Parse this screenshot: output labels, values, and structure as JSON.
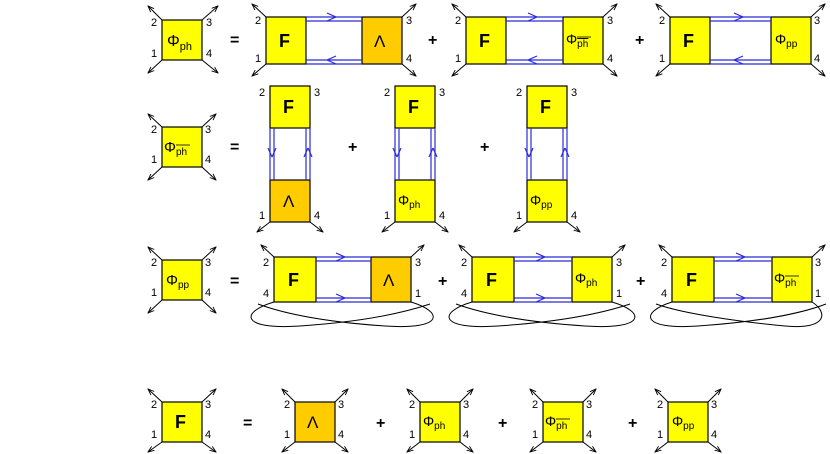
{
  "symbols": {
    "F": "F",
    "Lambda": "Λ",
    "Phi": "Φ",
    "sub_ph": "ph",
    "sub_phbar": "ph",
    "sub_pp": "pp",
    "equals": "=",
    "plus": "+"
  },
  "legs": {
    "one": "1",
    "two": "2",
    "three": "3",
    "four": "4"
  },
  "colors": {
    "box_yellow": "#ffff00",
    "box_orange": "#ffcc00",
    "propagator_blue": "#2a2ad8",
    "line_black": "#000000"
  },
  "equations": [
    {
      "lhs": "Phi_ph",
      "terms": [
        "F Lambda (horizontal bubble)",
        "F Phi_phbar (horizontal bubble)",
        "F Phi_pp (horizontal bubble)"
      ]
    },
    {
      "lhs": "Phi_phbar",
      "terms": [
        "F over Lambda (vertical bubble)",
        "F over Phi_ph (vertical bubble)",
        "F over Phi_pp (vertical bubble)"
      ]
    },
    {
      "lhs": "Phi_pp",
      "terms": [
        "F Lambda (crossed legs)",
        "F Phi_ph (crossed legs)",
        "F Phi_phbar (crossed legs)"
      ]
    },
    {
      "lhs": "F",
      "terms": [
        "Lambda",
        "Phi_ph",
        "Phi_phbar",
        "Phi_pp"
      ]
    }
  ]
}
